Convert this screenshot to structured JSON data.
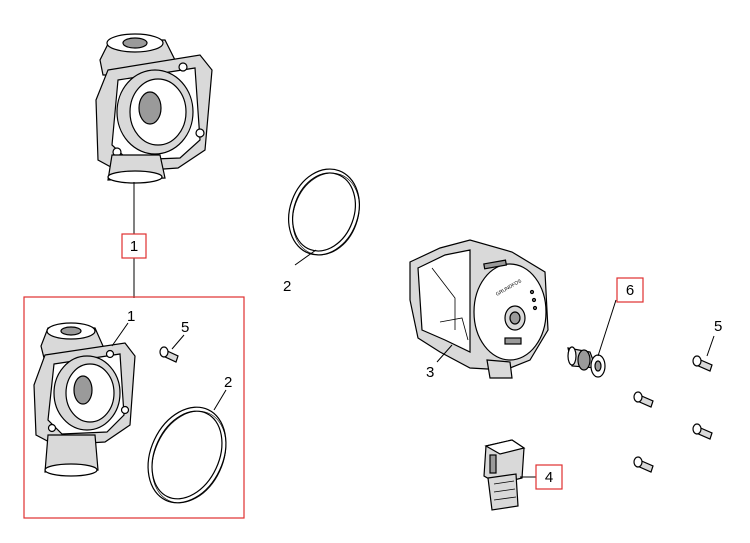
{
  "callouts": {
    "c1_main": "1",
    "c1_kit": "1",
    "c2_main": "2",
    "c2_kit": "2",
    "c3": "3",
    "c4": "4",
    "c5_kit": "5",
    "c5_right": "5",
    "c6": "6"
  }
}
